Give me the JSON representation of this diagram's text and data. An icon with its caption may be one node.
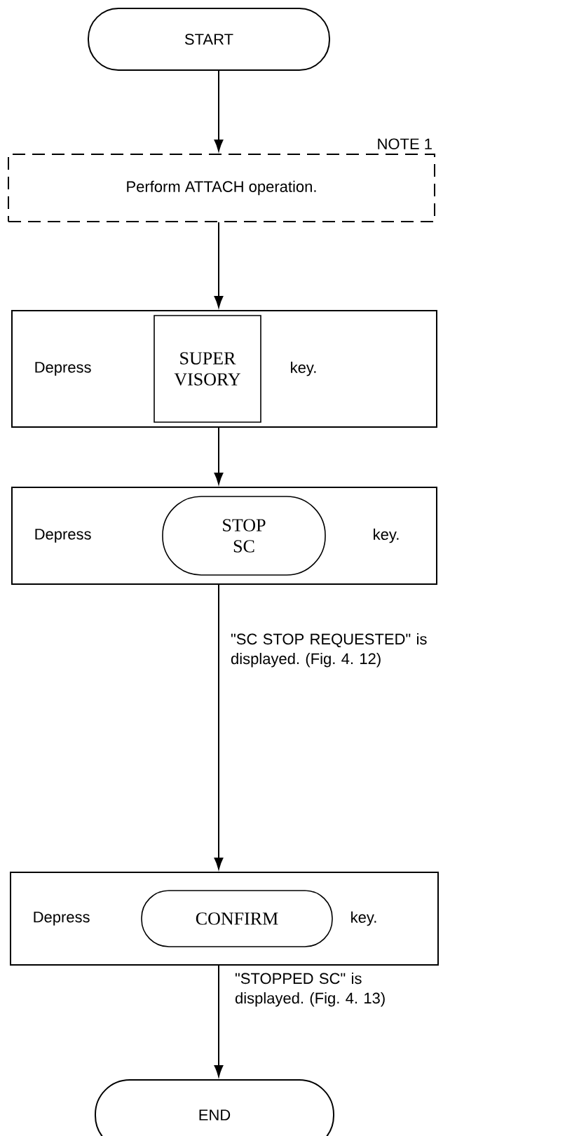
{
  "diagram": {
    "nodes": [
      {
        "text": [
          "START"
        ]
      },
      {
        "text": [
          "Perform ATTACH operation."
        ],
        "beside": [
          "NOTE 1"
        ]
      },
      {
        "text": [
          "Depress",
          "key."
        ]
      },
      {
        "text": [
          "SUPER VISORY"
        ],
        "in": 2
      },
      {
        "text": [
          "Depress",
          "key."
        ]
      },
      {
        "text": [
          "STOP SC"
        ],
        "in": 4
      },
      {
        "text": [
          "Depress",
          "key."
        ]
      },
      {
        "text": [
          "CONFIRM"
        ],
        "in": 6
      },
      {
        "text": [
          "END"
        ]
      }
    ],
    "edges": [
      {
        "from": 0,
        "to": 1,
        "arrow": "to"
      },
      {
        "from": 1,
        "to": 2,
        "arrow": "to"
      },
      {
        "from": 2,
        "to": 4,
        "arrow": "to"
      },
      {
        "from": 4,
        "to": 6,
        "arrow": "to",
        "label": "\"SC STOP REQUESTED\" is displayed. (Fig. 4. 12)"
      },
      {
        "from": 6,
        "to": 8,
        "arrow": "to",
        "label": "\"STOPPED SC\" is displayed. (Fig. 4. 13)"
      }
    ]
  }
}
